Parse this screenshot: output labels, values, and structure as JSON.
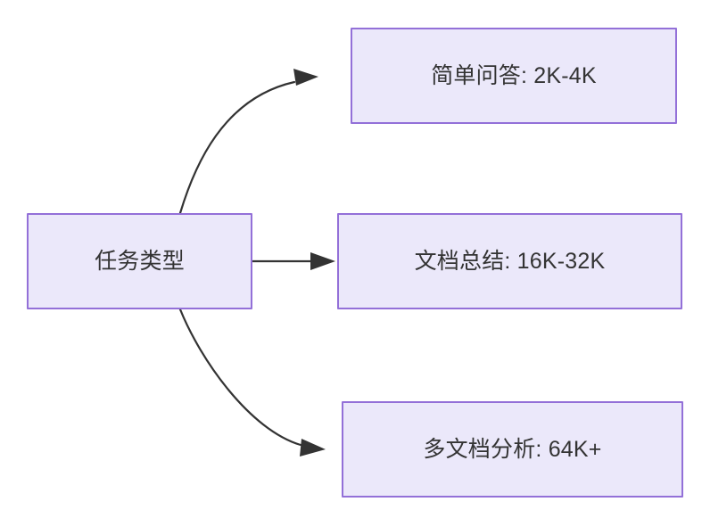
{
  "diagram": {
    "title": "",
    "type": "flowchart",
    "direction": "left-to-right",
    "background_color": "#ffffff",
    "node_fill_color": "#ebe8fa",
    "node_border_color": "#9370d8",
    "node_text_color": "#333333",
    "edge_color": "#333333",
    "nodes": [
      {
        "id": "source",
        "label": "任务类型",
        "role": "root"
      },
      {
        "id": "simple-qa",
        "label": "简单问答: 2K-4K",
        "role": "leaf"
      },
      {
        "id": "doc-summary",
        "label": "文档总结: 16K-32K",
        "role": "leaf"
      },
      {
        "id": "multi-doc",
        "label": "多文档分析: 64K+",
        "role": "leaf"
      }
    ],
    "edges": [
      {
        "id": "edge-source-simple-qa",
        "from": "source",
        "to": "simple-qa",
        "label": "",
        "style": "curved",
        "arrowhead": "filled-triangle"
      },
      {
        "id": "edge-source-doc-summary",
        "from": "source",
        "to": "doc-summary",
        "label": "",
        "style": "straight",
        "arrowhead": "filled-triangle"
      },
      {
        "id": "edge-source-multi-doc",
        "from": "source",
        "to": "multi-doc",
        "label": "",
        "style": "curved",
        "arrowhead": "filled-triangle"
      }
    ]
  }
}
